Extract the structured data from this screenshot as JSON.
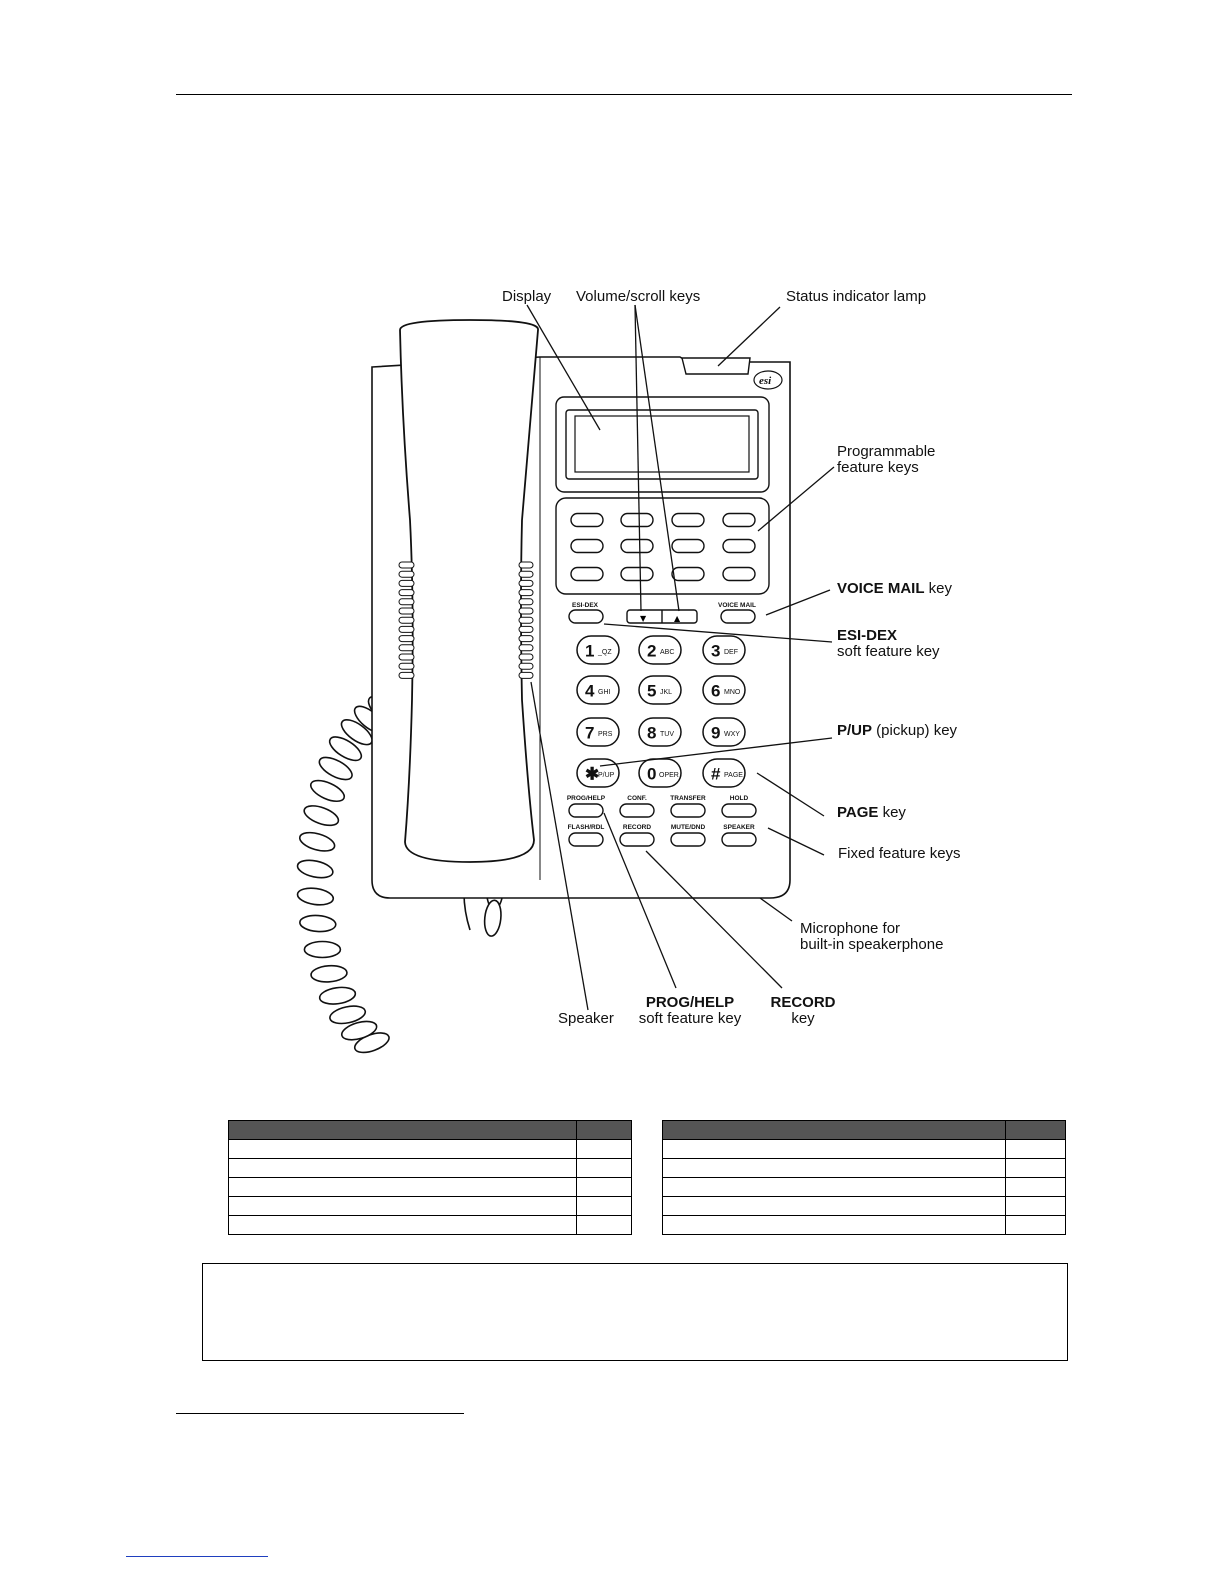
{
  "callouts": {
    "display": "Display",
    "volume_scroll": "Volume/scroll keys",
    "status_lamp": "Status indicator lamp",
    "programmable_1": "Programmable",
    "programmable_2": "feature keys",
    "voice_mail_bold": "VOICE MAIL",
    "voice_mail_rest": " key",
    "esidex_bold": "ESI-DEX",
    "esidex_2": "soft feature key",
    "pup_bold": "P/UP",
    "pup_rest": " (pickup) key",
    "page_bold": "PAGE",
    "page_rest": " key",
    "fixed": "Fixed feature keys",
    "mic_1": "Microphone for",
    "mic_2": "built-in speakerphone",
    "speaker": "Speaker",
    "proghelp_bold": "PROG/HELP",
    "proghelp_2": "soft feature key",
    "record_bold": "RECORD",
    "record_2": "key"
  },
  "phone": {
    "brand": "esi",
    "esidex_key": "ESI-DEX",
    "voicemail_key": "VOICE MAIL",
    "scroll_down": "▼",
    "scroll_up": "▲",
    "dialpad": [
      {
        "d": "1",
        "s": "_QZ"
      },
      {
        "d": "2",
        "s": "ABC"
      },
      {
        "d": "3",
        "s": "DEF"
      },
      {
        "d": "4",
        "s": "GHI"
      },
      {
        "d": "5",
        "s": "JKL"
      },
      {
        "d": "6",
        "s": "MNO"
      },
      {
        "d": "7",
        "s": "PRS"
      },
      {
        "d": "8",
        "s": "TUV"
      },
      {
        "d": "9",
        "s": "WXY"
      },
      {
        "d": "✱",
        "s": "P/UP"
      },
      {
        "d": "0",
        "s": "OPER"
      },
      {
        "d": "#",
        "s": "PAGE"
      }
    ],
    "fixed_keys_row1": [
      "PROG/HELP",
      "CONF.",
      "TRANSFER",
      "HOLD"
    ],
    "fixed_keys_row2": [
      "FLASH/RDL",
      "RECORD",
      "MUTE/DND",
      "SPEAKER"
    ]
  },
  "colors": {
    "table_header": "#555555",
    "footer_link": "#1f3fbf"
  }
}
